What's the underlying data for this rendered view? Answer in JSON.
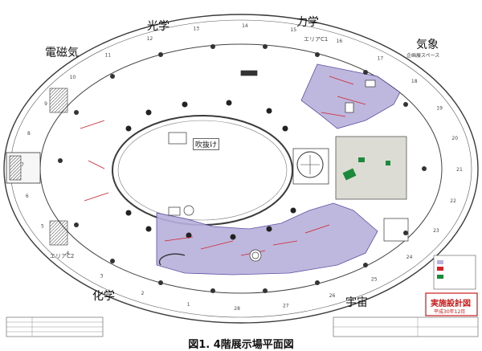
{
  "zones": {
    "electromagnetism": "電磁気",
    "optics": "光学",
    "mechanics": "力学",
    "meteorology": "気象",
    "chemistry": "化学",
    "space": "宇宙",
    "atrium": "吹抜け",
    "meteorology_sub": "企画展スペース"
  },
  "area_labels": {
    "area_c1": "エリアC1",
    "area_c2": "エリアC2"
  },
  "stamp": {
    "title": "実施設計図",
    "date": "平成30年12月"
  },
  "caption": "図1. 4階展示場平面図",
  "column_numbers": [
    "10",
    "11",
    "12",
    "13",
    "14",
    "15",
    "16",
    "17",
    "18",
    "19",
    "20",
    "21",
    "22",
    "23",
    "24",
    "25",
    "26",
    "27",
    "28",
    "1",
    "2",
    "3",
    "4",
    "5",
    "6",
    "7",
    "8",
    "9"
  ],
  "colors": {
    "wall": "#3b3b3b",
    "exhibit_fill": "#b7b1dc",
    "exhibit_stroke": "#4b3f9a",
    "plaza_fill": "#dcdcd4",
    "accent_red": "#d2232a",
    "accent_green": "#1c8a3a",
    "stamp_red": "#cc1b1b"
  }
}
